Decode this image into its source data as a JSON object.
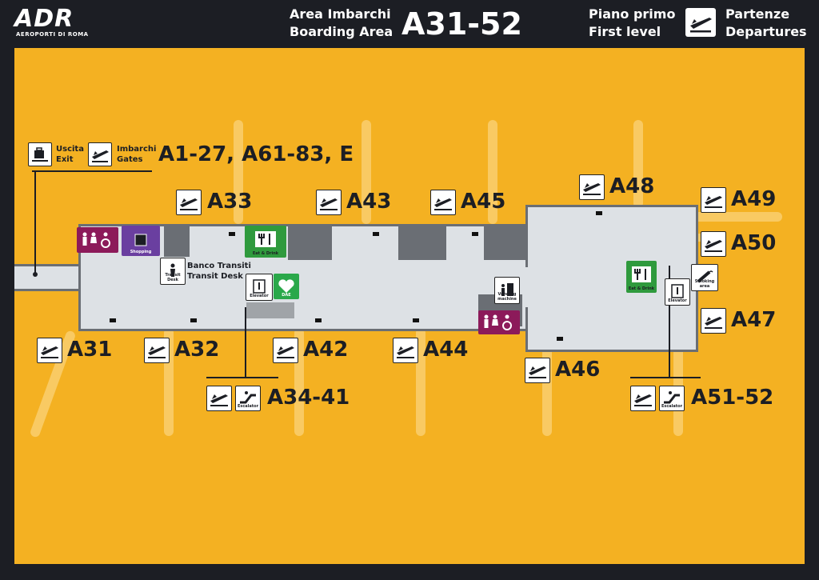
{
  "brand": {
    "logo": "ADR",
    "tagline": "AEROPORTI DI ROMA"
  },
  "header": {
    "area_it": "Area Imbarchi",
    "area_en": "Boarding Area",
    "area_code": "A31-52",
    "floor_it": "Piano primo",
    "floor_en": "First level",
    "dir_it": "Partenze",
    "dir_en": "Departures"
  },
  "exit_signs": {
    "exit_it": "Uscita",
    "exit_en": "Exit",
    "gates_it": "Imbarchi",
    "gates_en": "Gates",
    "gates_list": "A1-27, A61-83, E"
  },
  "gates": {
    "a31": "A31",
    "a32": "A32",
    "a33": "A33",
    "a42": "A42",
    "a43": "A43",
    "a44": "A44",
    "a45": "A45",
    "a46": "A46",
    "a47": "A47",
    "a48": "A48",
    "a49": "A49",
    "a50": "A50",
    "a34_41": "A34-41",
    "a51_52": "A51-52"
  },
  "facilities": {
    "shopping": "Shopping",
    "eat_drink": "Eat & Drink",
    "eat_drink_2": "Eat & Drink",
    "transit_it": "Banco Transiti",
    "transit_en": "Transit Desk",
    "transit_tile": "Transit Desk",
    "elevator": "Elevator",
    "elevator_2": "Elevator",
    "dae": "DAE",
    "vending": "Vending machine",
    "smoking": "Smoking area",
    "escalator": "Escalator",
    "escalator_2": "Escalator"
  },
  "colors": {
    "background": "#1c1e24",
    "map": "#f4b122",
    "floor": "#dde1e5",
    "toilets": "#8c1a5a",
    "shopping": "#6a3fa0",
    "eat_drink": "#2f9a3d",
    "dae": "#2aa84a"
  },
  "icons": [
    "departure-plane-icon",
    "baggage-exit-icon",
    "toilets-icon",
    "wheelchair-icon",
    "shopping-bag-icon",
    "fork-knife-icon",
    "elevator-icon",
    "defibrillator-icon",
    "vending-machine-icon",
    "smoking-icon",
    "escalator-icon",
    "transit-person-icon"
  ]
}
